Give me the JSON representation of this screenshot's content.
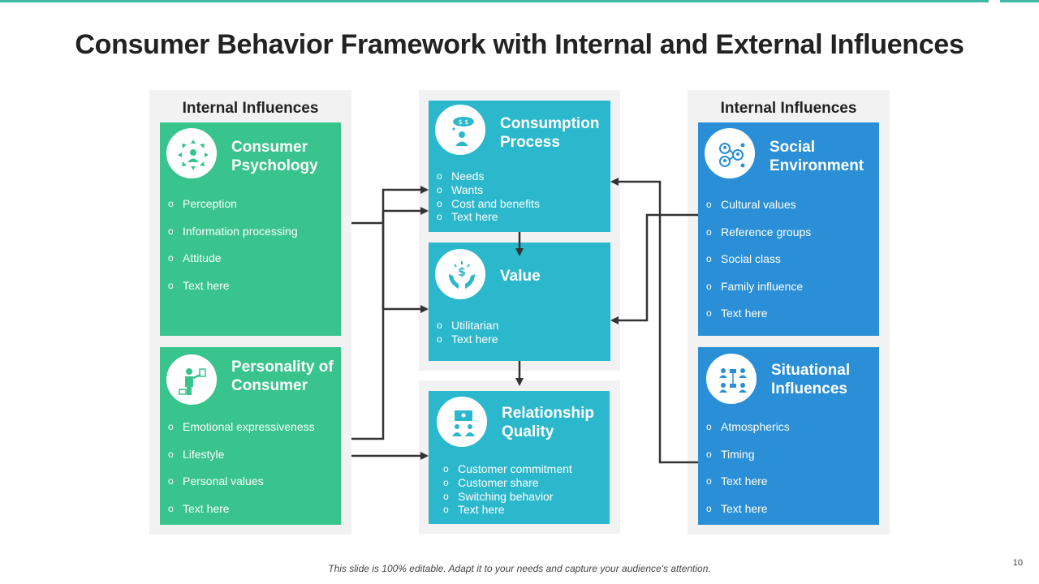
{
  "title": "Consumer Behavior Framework with Internal and External Influences",
  "colors": {
    "green": "#38c48c",
    "teal": "#2cb8cc",
    "blue": "#2a8fd6",
    "accent": "#3fb9a4"
  },
  "left_panel": {
    "heading": "Internal Influences",
    "cards": [
      {
        "title": "Consumer Psychology",
        "icon": "brain-arrows-icon",
        "items": [
          "Perception",
          "Information processing",
          "Attitude",
          "Text here"
        ]
      },
      {
        "title": "Personality of Consumer",
        "icon": "person-presenting-icon",
        "items": [
          "Emotional expressiveness",
          "Lifestyle",
          "Personal values",
          "Text here"
        ]
      }
    ]
  },
  "center_panel": {
    "cards": [
      {
        "title": "Consumption Process",
        "icon": "thinking-person-icon",
        "items": [
          "Needs",
          "Wants",
          "Cost and benefits",
          "Text here"
        ]
      },
      {
        "title": "Value",
        "icon": "hands-dollar-icon",
        "items": [
          "Utilitarian",
          "Text here"
        ]
      },
      {
        "title": "Relationship Quality",
        "icon": "team-meeting-icon",
        "items": [
          "Customer commitment",
          "Customer share",
          "Switching behavior",
          "Text here"
        ]
      }
    ]
  },
  "right_panel": {
    "heading": "Internal Influences",
    "cards": [
      {
        "title": "Social Environment",
        "icon": "social-network-icon",
        "items": [
          "Cultural values",
          "Reference groups",
          "Social class",
          "Family influence",
          "Text here"
        ]
      },
      {
        "title": "Situational Influences",
        "icon": "people-connections-icon",
        "items": [
          "Atmospherics",
          "Timing",
          "Text here",
          "Text here"
        ]
      }
    ]
  },
  "footer": "This slide is 100% editable. Adapt it to your needs and capture your audience's attention.",
  "page_number": "10"
}
